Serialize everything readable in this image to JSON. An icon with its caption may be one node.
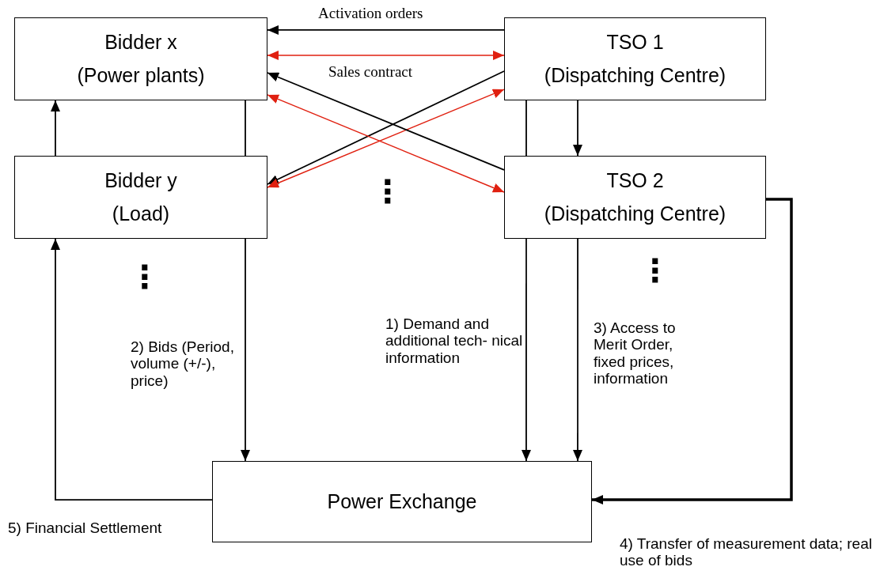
{
  "diagram": {
    "nodes": [
      {
        "text": [
          "Bidder x",
          "(Power plants)"
        ]
      },
      {
        "text": [
          "TSO 1",
          "(Dispatching Centre)"
        ]
      },
      {
        "text": [
          "Bidder y",
          "(Load)"
        ]
      },
      {
        "text": [
          "TSO 2",
          "(Dispatching Centre)"
        ]
      },
      {
        "text": [
          "Power Exchange"
        ]
      }
    ],
    "edges": [
      {
        "from": 1,
        "to": 0,
        "arrow": "to",
        "label": "Activation orders"
      },
      {
        "from": 0,
        "to": 1,
        "arrow": "both",
        "label": "Sales contract",
        "color": "#e02010"
      },
      {
        "from": 1,
        "to": 2,
        "arrow": "to"
      },
      {
        "from": 2,
        "to": 1,
        "arrow": "both",
        "color": "#e02010"
      },
      {
        "from": 3,
        "to": 0,
        "arrow": "to"
      },
      {
        "from": 0,
        "to": 3,
        "arrow": "both",
        "color": "#e02010"
      },
      {
        "from": 1,
        "to": 3,
        "arrow": "to"
      },
      {
        "from": 2,
        "to": 0,
        "arrow": "to"
      },
      {
        "from": 0,
        "to": 2,
        "arrow": "none"
      },
      {
        "from": 2,
        "to": 4,
        "arrow": "to",
        "label": "2) Bids (Period, volume (+/-), price)"
      },
      {
        "from": 1,
        "to": 3,
        "arrow": "none"
      },
      {
        "from": 3,
        "to": 4,
        "arrow": "to",
        "label": "1) Demand and additional tech- nical information"
      },
      {
        "from": 3,
        "to": 4,
        "arrow": "to",
        "label": "3) Access to Merit Order, fixed prices, information"
      },
      {
        "from": 3,
        "to": 4,
        "arrow": "to",
        "label": "4) Transfer of measurement data; real use of bids",
        "style": "thick"
      },
      {
        "from": 4,
        "to": 2,
        "arrow": "to",
        "label": "5) Financial Settlement"
      }
    ],
    "labels": [
      "⋮",
      "⋮",
      "⋮"
    ]
  }
}
